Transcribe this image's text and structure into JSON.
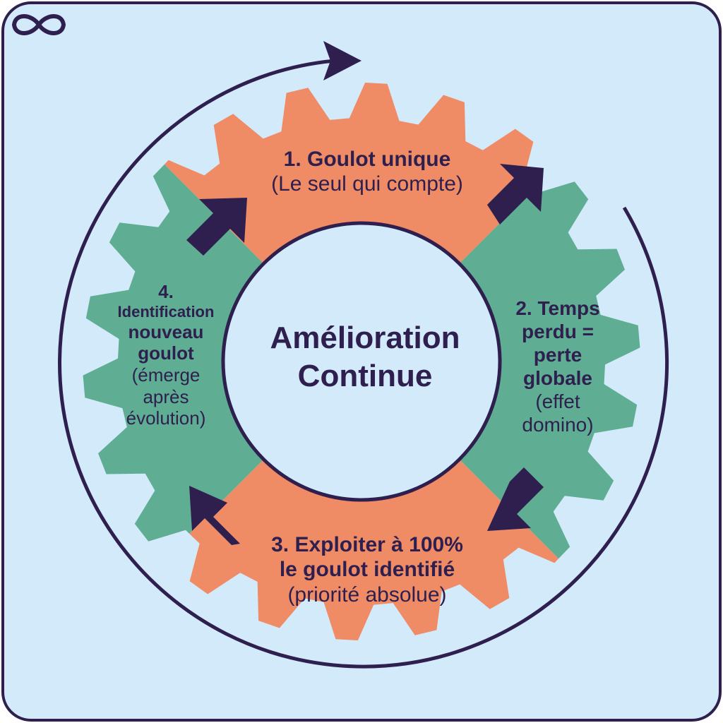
{
  "colors": {
    "background": "#d3eafb",
    "frame_border": "#2e1f4f",
    "gear_orange": "#ef8c66",
    "gear_teal": "#5fae94",
    "center_fill": "#d3eafb",
    "ink": "#2e1f4f"
  },
  "center": {
    "title_line1": "Amélioration",
    "title_line2": "Continue",
    "symbol_icon": "infinity-icon"
  },
  "steps": [
    {
      "title": "1. Goulot unique",
      "subtitle": "(Le seul qui compte)"
    },
    {
      "title_lines": [
        "2. Temps",
        "perdu =",
        "perte",
        "globale"
      ],
      "subtitle_lines": [
        "(effet",
        "domino)"
      ]
    },
    {
      "title_lines": [
        "3. Exploiter à 100%",
        "le goulot identifié"
      ],
      "subtitle": "(priorité absolue)"
    },
    {
      "title_lines": [
        "4.",
        "Identification",
        "nouveau",
        "goulot"
      ],
      "subtitle_lines": [
        "(émerge",
        "après",
        "évolution)"
      ]
    }
  ]
}
